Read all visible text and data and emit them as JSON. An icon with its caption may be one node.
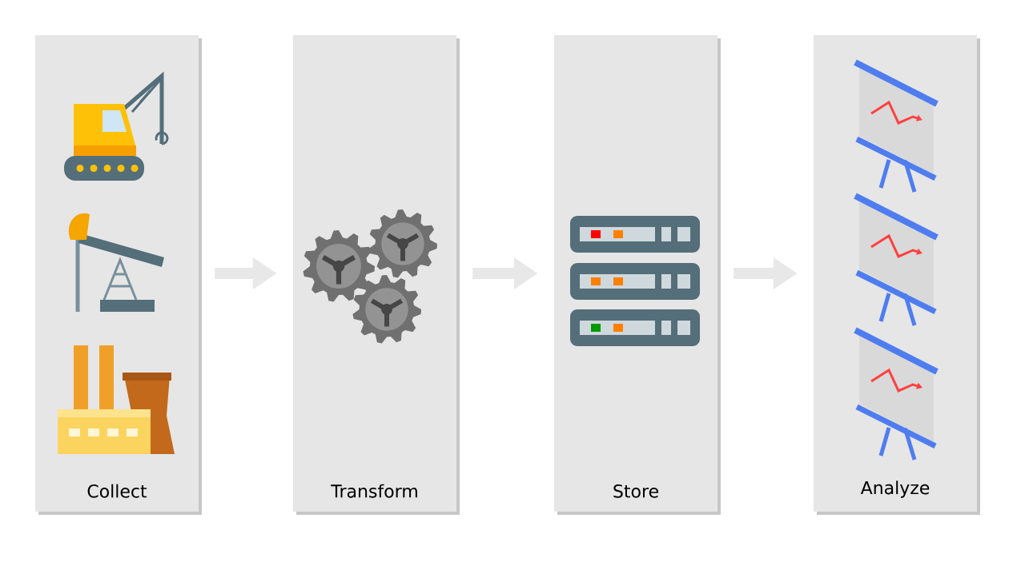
{
  "diagram": {
    "nodes": [
      {
        "text": [
          "Collect"
        ]
      },
      {
        "text": [
          "Transform"
        ]
      },
      {
        "text": [
          "Store"
        ]
      },
      {
        "text": [
          "Analyze"
        ]
      }
    ],
    "edges": [
      {
        "from": 0,
        "to": 1,
        "arrow": "to"
      },
      {
        "from": 1,
        "to": 2,
        "arrow": "to"
      },
      {
        "from": 2,
        "to": 3,
        "arrow": "to"
      }
    ]
  }
}
